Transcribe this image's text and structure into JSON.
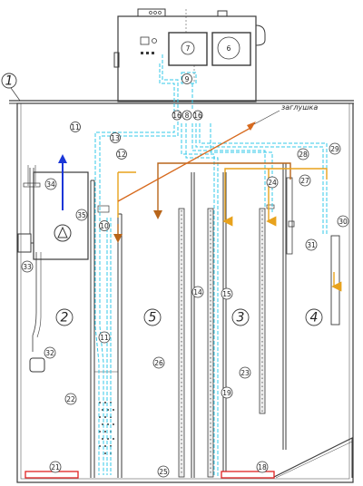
{
  "diagram": {
    "note_plug": "заглушка",
    "zones": [
      "1",
      "2",
      "5",
      "3",
      "4"
    ],
    "callouts": [
      "6",
      "7",
      "9",
      "8",
      "16",
      "16",
      "11",
      "13",
      "12",
      "29",
      "28",
      "34",
      "35",
      "10",
      "24",
      "27",
      "30",
      "31",
      "33",
      "14",
      "15",
      "32",
      "11",
      "26",
      "23",
      "22",
      "19",
      "21",
      "25",
      "18"
    ],
    "colors": {
      "outline": "#3a3a3a",
      "air_line": "#33c8e8",
      "recirculation_line": "#e8a21c",
      "return_line": "#b8651a",
      "sediment_line": "#d76a1e",
      "pump_arrow": "#1a36d8",
      "heater": "#e02020"
    }
  }
}
